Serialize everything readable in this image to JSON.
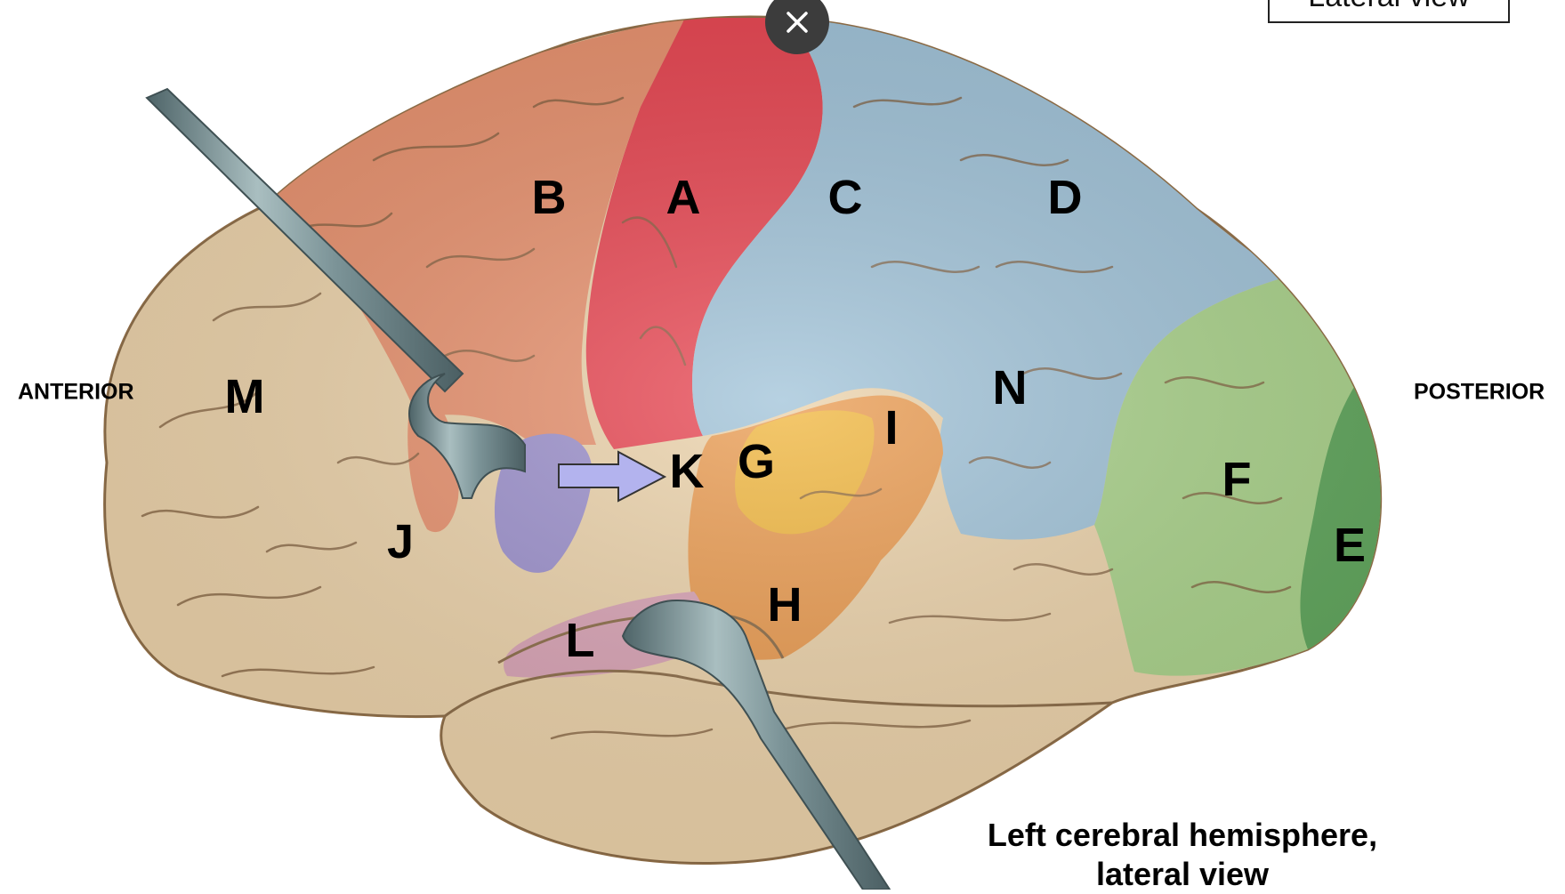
{
  "header": {
    "view_box_text": "Lateral view"
  },
  "close_button": {
    "icon": "close-icon"
  },
  "directions": {
    "anterior": "ANTERIOR",
    "posterior": "POSTERIOR"
  },
  "labels": {
    "A": "A",
    "B": "B",
    "C": "C",
    "D": "D",
    "E": "E",
    "F": "F",
    "G": "G",
    "H": "H",
    "I": "I",
    "J": "J",
    "K": "K",
    "L": "L",
    "M": "M",
    "N": "N"
  },
  "caption": {
    "line1": "Left cerebral hemisphere,",
    "line2": "lateral view"
  },
  "colors": {
    "cortex_base": "#ecd2a9",
    "premotor": "#e8906c",
    "primary_motor": "#e8434f",
    "somatosensory": "#9fc2d8",
    "visual_association": "#a9d289",
    "primary_visual": "#5ea55a",
    "auditory_association": "#ea9a4e",
    "primary_auditory": "#f1b63c",
    "insula": "#d9a2b4",
    "broca": "#9b8fcc",
    "arrow": "#b3b3ee",
    "retractor": "#7a9296"
  }
}
